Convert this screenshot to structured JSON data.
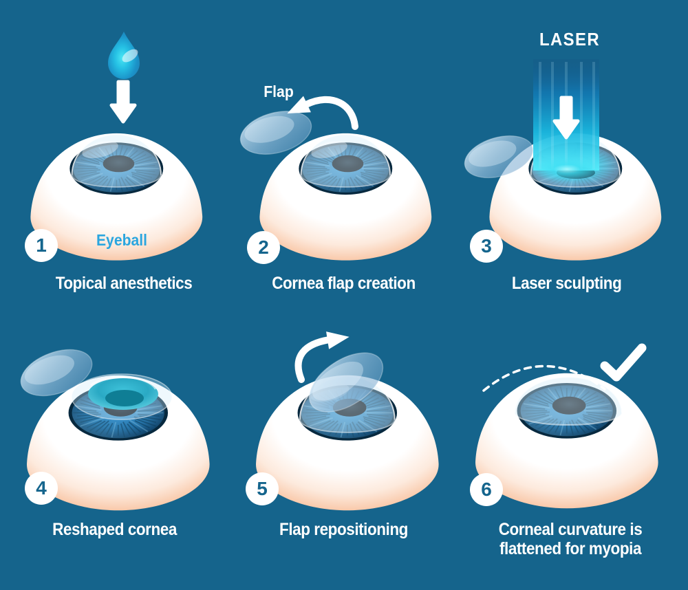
{
  "colors": {
    "bg": "#15648C",
    "labelBlue": "#2BA6DF",
    "badgeText": "#15658D",
    "captionText": "#FFFFFF"
  },
  "panels": [
    {
      "number": "1",
      "label": "Eyeball",
      "caption": "Topical anesthetics",
      "icons": [
        "eye-drop-icon",
        "down-arrow-icon",
        "cornea-cap"
      ]
    },
    {
      "number": "2",
      "label": "Flap",
      "caption": "Cornea flap creation",
      "icons": [
        "curved-arrow-left-icon",
        "corneal-flap",
        "cornea-cap"
      ]
    },
    {
      "number": "3",
      "label": "LASER",
      "caption": "Laser sculpting",
      "icons": [
        "laser-beam",
        "down-arrow-icon",
        "corneal-flap"
      ]
    },
    {
      "number": "4",
      "caption": "Reshaped cornea",
      "icons": [
        "corneal-flap",
        "reshaped-cornea-bowl"
      ]
    },
    {
      "number": "5",
      "caption": "Flap repositioning",
      "icons": [
        "curved-arrow-right-icon",
        "corneal-flap"
      ]
    },
    {
      "number": "6",
      "caption": "Corneal curvature is flattened for myopia",
      "icons": [
        "checkmark-icon",
        "dashed-cornea-outline"
      ]
    }
  ]
}
